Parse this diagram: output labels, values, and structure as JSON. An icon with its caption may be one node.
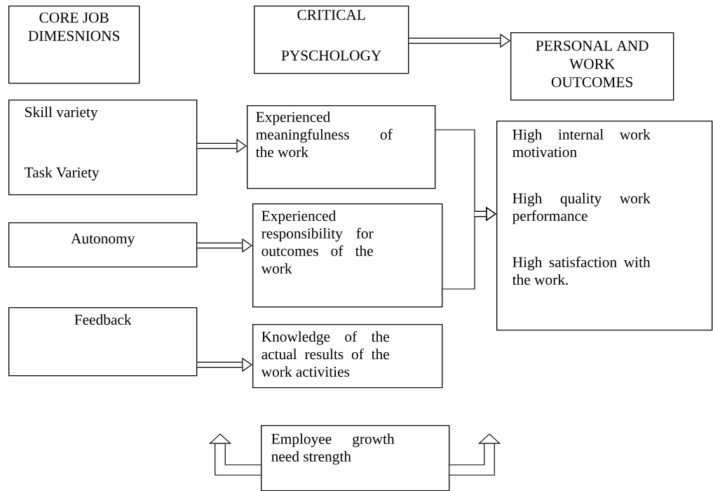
{
  "diagram": {
    "nodes": [
      {
        "text": [
          "CORE JOB DIMESNIONS"
        ]
      },
      {
        "text": [
          "CRITICAL PYSCHOLOGY"
        ]
      },
      {
        "text": [
          "PERSONAL AND WORK OUTCOMES"
        ]
      },
      {
        "text": [
          "Skill variety",
          "Task Variety"
        ]
      },
      {
        "text": [
          "Experienced meaningfulness of the work"
        ]
      },
      {
        "text": [
          "Autonomy"
        ]
      },
      {
        "text": [
          "Experienced responsibility for outcomes of the work"
        ]
      },
      {
        "text": [
          "Feedback"
        ]
      },
      {
        "text": [
          "Knowledge of the actual results of the work activities"
        ]
      },
      {
        "text": [
          "High internal work motivation",
          "High quality work performance",
          "High satisfaction with the work."
        ]
      },
      {
        "text": [
          "Employee growth need strength"
        ]
      }
    ],
    "edges": [
      {
        "from": 1,
        "to": 2,
        "arrow": "to"
      },
      {
        "from": 3,
        "to": 4,
        "arrow": "to"
      },
      {
        "from": 5,
        "to": 6,
        "arrow": "to"
      },
      {
        "from": 7,
        "to": 8,
        "arrow": "to"
      },
      {
        "from": 4,
        "to": 9,
        "arrow": "to"
      },
      {
        "from": 6,
        "to": 9,
        "arrow": "to"
      },
      {
        "from": 10,
        "to": null,
        "arrow": "to",
        "style": "thick"
      },
      {
        "from": 10,
        "to": null,
        "arrow": "to",
        "style": "thick"
      }
    ]
  }
}
